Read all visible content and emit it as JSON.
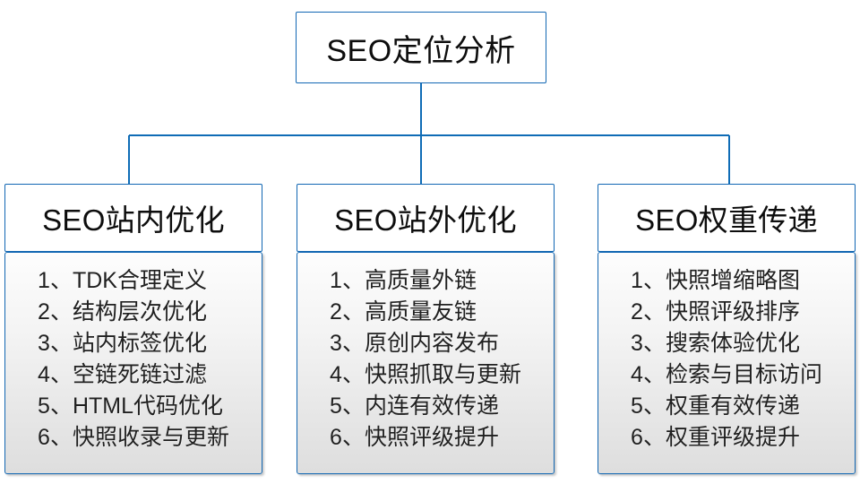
{
  "diagram": {
    "title": "SEO定位分析",
    "root": {
      "label": "SEO定位分析"
    },
    "colors": {
      "border": "#1267b3",
      "connector": "#0f6cb6",
      "text": "#0d0d0d",
      "body_fill_top": "#fdfdfd",
      "body_fill_bottom": "#dedede"
    },
    "branches": [
      {
        "header": "SEO站内优化",
        "items": [
          "1、TDK合理定义",
          "2、结构层次优化",
          "3、站内标签优化",
          "4、空链死链过滤",
          "5、HTML代码优化",
          "6、快照收录与更新"
        ]
      },
      {
        "header": "SEO站外优化",
        "items": [
          "1、高质量外链",
          "2、高质量友链",
          "3、原创内容发布",
          "4、快照抓取与更新",
          "5、内连有效传递",
          "6、快照评级提升"
        ]
      },
      {
        "header": "SEO权重传递",
        "items": [
          "1、快照增缩略图",
          "2、快照评级排序",
          "3、搜索体验优化",
          "4、检索与目标访问",
          "5、权重有效传递",
          "6、权重评级提升"
        ]
      }
    ]
  }
}
